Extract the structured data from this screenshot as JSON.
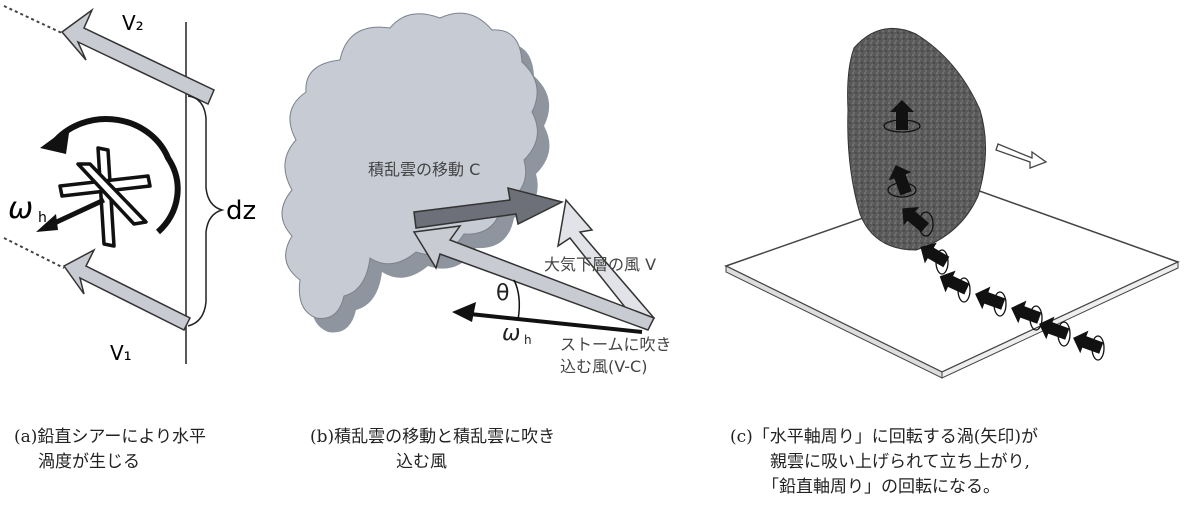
{
  "panel_a": {
    "label_v2": "V₂",
    "label_v1": "V₁",
    "label_dz": "dz",
    "label_omega": "ω",
    "label_omega_sub": "h",
    "caption_line1": "(a)鉛直シアーにより水平",
    "caption_line2": "渦度が生じる"
  },
  "panel_b": {
    "label_storm_motion": "積乱雲の移動 C",
    "label_low_wind": "大気下層の風 V",
    "label_theta": "θ",
    "label_omega": "ω",
    "label_omega_sub": "h",
    "label_inflow_line1": "ストームに吹き",
    "label_inflow_line2": "込む風(V-C)",
    "caption_line1": "(b)積乱雲の移動と積乱雲に吹き",
    "caption_line2": "込む風"
  },
  "panel_c": {
    "caption_line1": "(c)「水平軸周り」に回転する渦(矢印)が",
    "caption_line2": "親雲に吸い上げられて立ち上がり,",
    "caption_line3": "「鉛直軸周り」の回転になる。"
  },
  "colors": {
    "arrow_fill": "#c9cbd3",
    "cloud_fill": "#c6cbd4",
    "cloud_shadow": "#8f959e",
    "motion_arrow": "#6d7078",
    "cloud_c": "#5a5a5a"
  }
}
